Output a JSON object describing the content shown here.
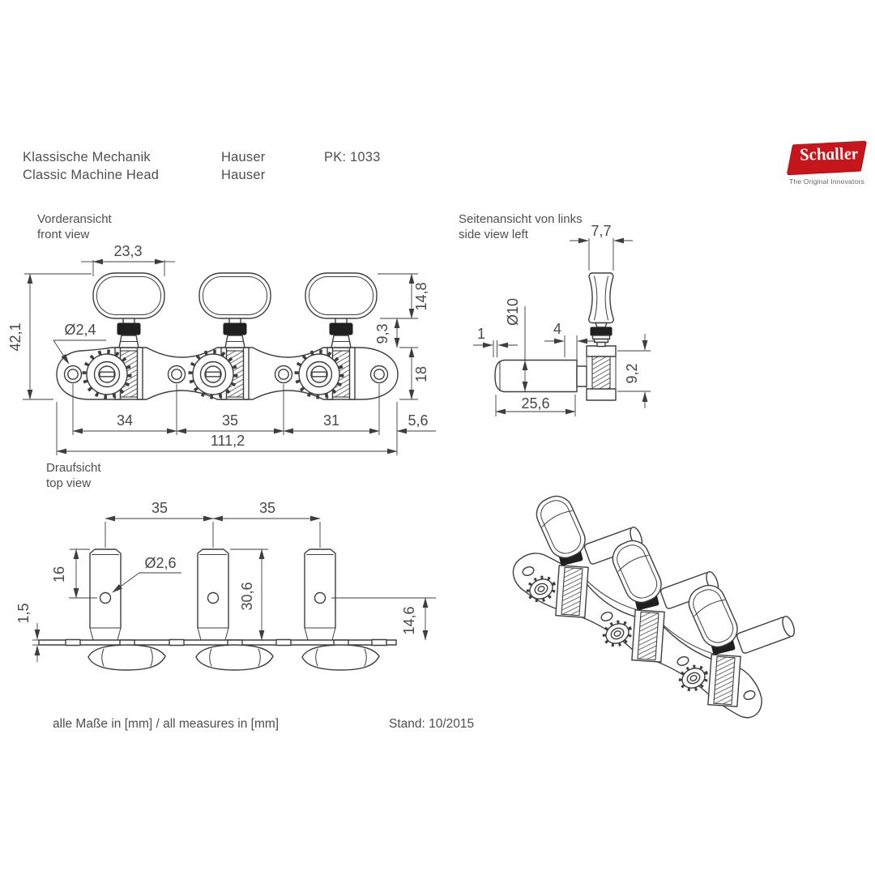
{
  "header": {
    "title_de": "Klassische Mechanik",
    "title_en": "Classic Machine Head",
    "model_de": "Hauser",
    "model_en": "Hauser",
    "part_number": "PK: 1033"
  },
  "logo": {
    "brand": "Schaller",
    "tagline": "The Original Innovators",
    "brand_color": "#c6161c"
  },
  "views": {
    "front": {
      "label_de": "Vorderansicht",
      "label_en": "front view",
      "dims": {
        "button_width": "23,3",
        "overall_height": "42,1",
        "screw_hole_dia": "Ø2,4",
        "button_height": "14,8",
        "shaft_exposed": "9,3",
        "plate_height": "18",
        "hole_pitch_1": "34",
        "hole_pitch_2": "35",
        "hole_pitch_3": "31",
        "end_margin": "5,6",
        "overall_length": "111,2"
      }
    },
    "side": {
      "label_de": "Seitenansicht von links",
      "label_en": "side view left",
      "dims": {
        "button_thickness": "7,7",
        "roller_dia": "Ø10",
        "washer_thickness": "1",
        "gap": "4",
        "roller_length": "25,6",
        "worm_height": "9,2"
      }
    },
    "top": {
      "label_de": "Draufsicht",
      "label_en": "top view",
      "dims": {
        "roller_pitch_1": "35",
        "roller_pitch_2": "35",
        "string_hole_offset": "16",
        "string_hole_dia": "Ø2,6",
        "roller_height": "30,6",
        "plate_thickness": "1,5",
        "button_depth": "14,6"
      }
    }
  },
  "footer": {
    "units_note": "alle Maße in [mm] / all measures in [mm]",
    "revision": "Stand: 10/2015"
  }
}
